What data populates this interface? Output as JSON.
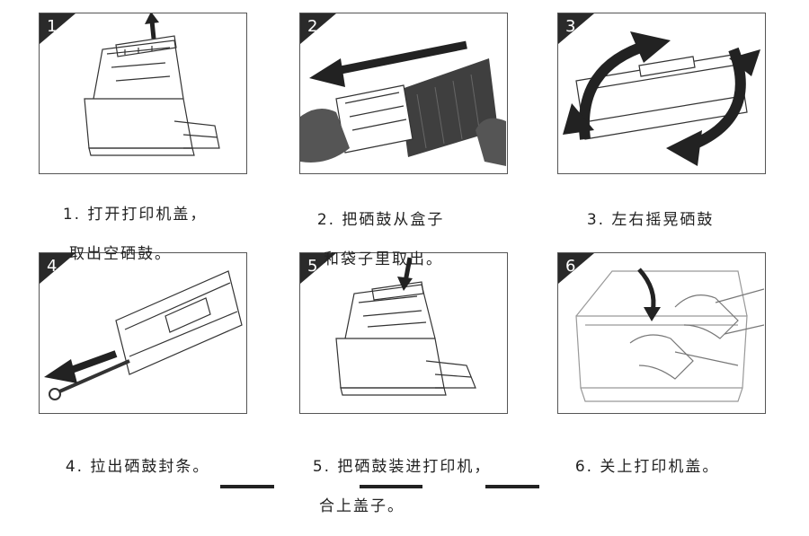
{
  "steps": [
    {
      "num": "1",
      "line1": "1. 打开打印机盖，",
      "line2": "取出空硒鼓。"
    },
    {
      "num": "2",
      "line1": "2. 把硒鼓从盒子",
      "line2": "和袋子里取出。"
    },
    {
      "num": "3",
      "line1": "3. 左右摇晃硒鼓",
      "line2": ""
    },
    {
      "num": "4",
      "line1": "4. 拉出硒鼓封条。",
      "line2": ""
    },
    {
      "num": "5",
      "line1": "5. 把硒鼓装进打印机，",
      "line2": "合上盖子。"
    },
    {
      "num": "6",
      "line1": "6. 关上打印机盖。",
      "line2": ""
    }
  ],
  "colors": {
    "badge": "#2a2a2a",
    "border": "#555555",
    "arrow": "#222222",
    "bag": "#3f3f3f",
    "hand": "#555555"
  }
}
